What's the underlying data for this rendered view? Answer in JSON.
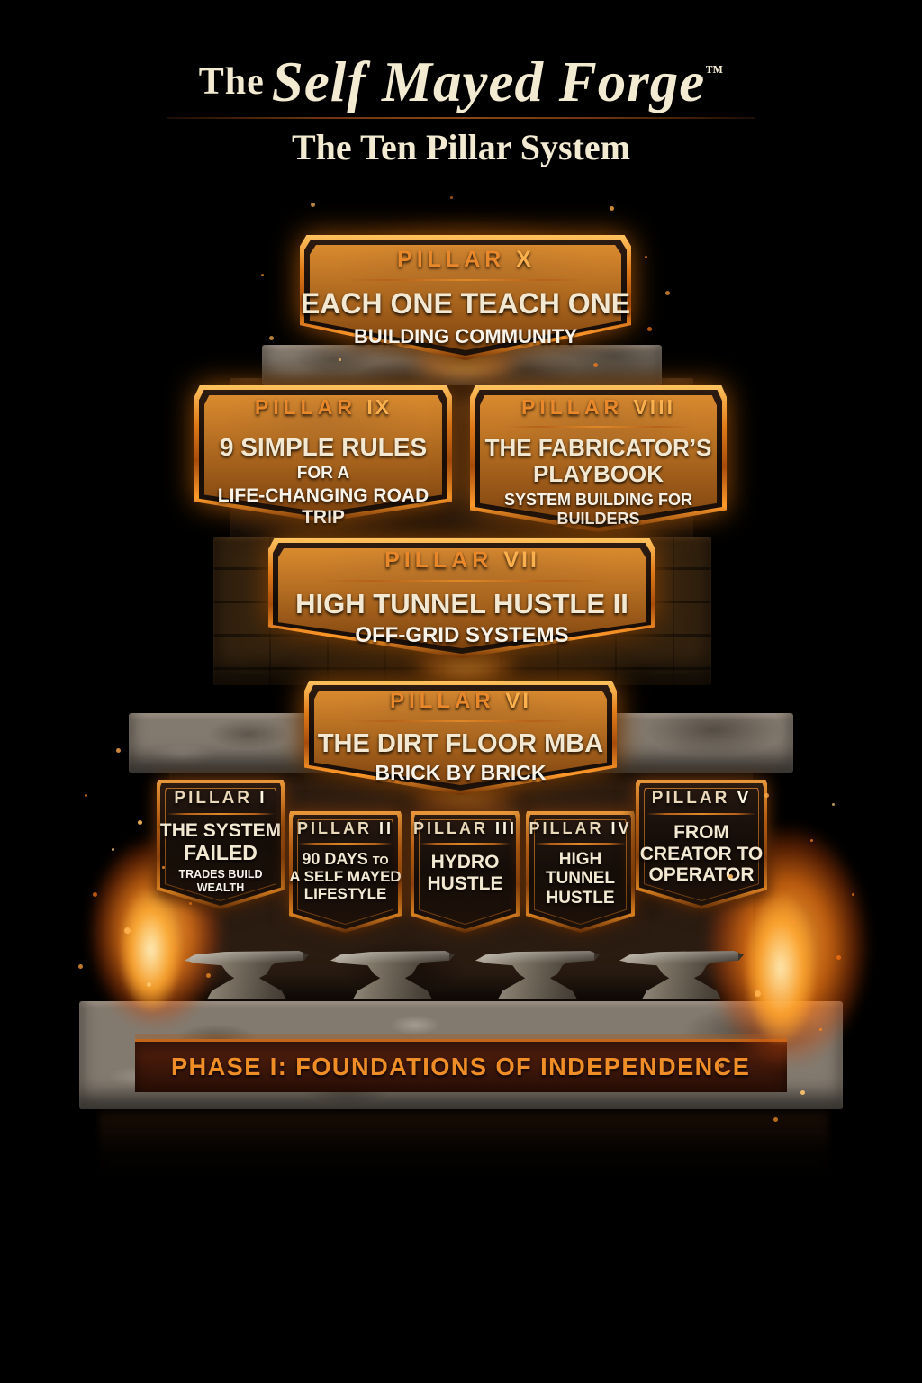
{
  "header": {
    "title_prefix": "The",
    "title_main": "Self Mayed Forge",
    "trademark": "™",
    "subtitle": "The Ten Pillar System"
  },
  "pillars": {
    "x": {
      "label": "PILLAR",
      "numeral": "X",
      "title": "EACH ONE TEACH ONE",
      "subtitle": "BUILDING COMMUNITY"
    },
    "ix": {
      "label": "PILLAR",
      "numeral": "IX",
      "title": "9 SIMPLE RULES",
      "connector": "FOR A",
      "subtitle": "LIFE-CHANGING ROAD TRIP"
    },
    "viii": {
      "label": "PILLAR",
      "numeral": "VIII",
      "title_line1": "THE FABRICATOR’S",
      "title_line2": "PLAYBOOK",
      "subtitle_line1": "SYSTEM BUILDING FOR",
      "subtitle_line2": "BUILDERS"
    },
    "vii": {
      "label": "PILLAR",
      "numeral": "VII",
      "title": "HIGH TUNNEL HUSTLE II",
      "subtitle": "OFF-GRID SYSTEMS"
    },
    "vi": {
      "label": "PILLAR",
      "numeral": "VI",
      "title": "THE DIRT FLOOR MBA",
      "subtitle": "BRICK BY BRICK"
    },
    "i": {
      "label": "PILLAR",
      "numeral": "I",
      "title_line1": "THE SYSTEM",
      "title_line2": "FAILED",
      "subtitle": "TRADES BUILD WEALTH"
    },
    "ii": {
      "label": "PILLAR",
      "numeral": "II",
      "line1_main": "90 DAYS",
      "line1_small": "TO",
      "line2": "A SELF MAYED",
      "line3": "LIFESTYLE"
    },
    "iii": {
      "label": "PILLAR",
      "numeral": "III",
      "line1": "HYDRO",
      "line2": "HUSTLE"
    },
    "iv": {
      "label": "PILLAR",
      "numeral": "IV",
      "line1": "HIGH",
      "line2": "TUNNEL",
      "line3": "HUSTLE"
    },
    "v": {
      "label": "PILLAR",
      "numeral": "V",
      "line1": "FROM",
      "line2": "CREATOR TO",
      "line3": "OPERATOR"
    }
  },
  "footer": {
    "phase_label": "PHASE I: FOUNDATIONS OF INDEPENDENCE"
  },
  "colors": {
    "background": "#000000",
    "accent_orange": "#ef8d26",
    "numeral_orange": "#fbb04e",
    "cream_text": "#f3e9d2",
    "fire_orange": "#ff8a1e"
  }
}
